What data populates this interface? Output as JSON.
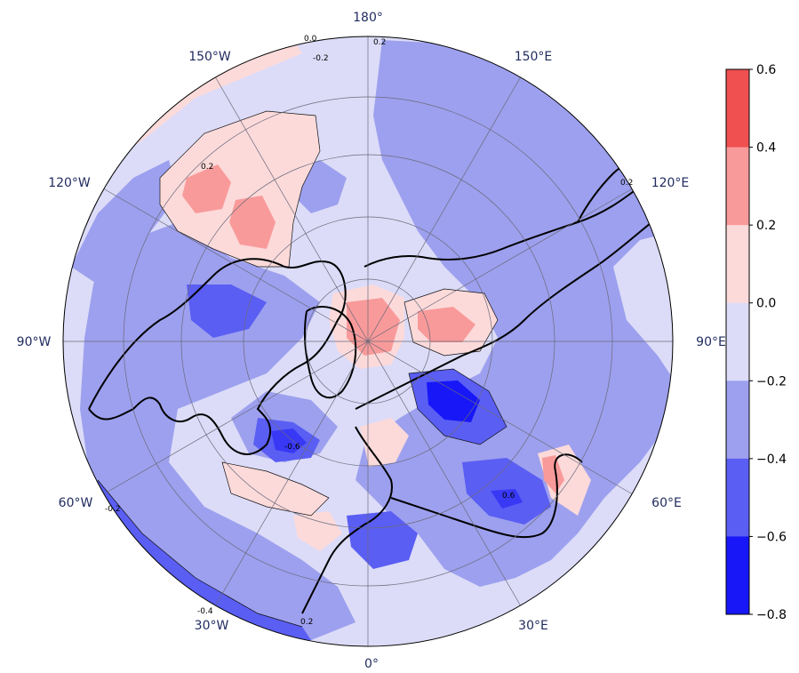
{
  "longitude_labels": [
    {
      "id": "lon-180",
      "text": "180°"
    },
    {
      "id": "lon-150e",
      "text": "150°E"
    },
    {
      "id": "lon-120e",
      "text": "120°E"
    },
    {
      "id": "lon-90e",
      "text": "90°E"
    },
    {
      "id": "lon-60e",
      "text": "60°E"
    },
    {
      "id": "lon-30e",
      "text": "30°E"
    },
    {
      "id": "lon-0",
      "text": "0°"
    },
    {
      "id": "lon-30w",
      "text": "30°W"
    },
    {
      "id": "lon-60w",
      "text": "60°W"
    },
    {
      "id": "lon-90w",
      "text": "90°W"
    },
    {
      "id": "lon-120w",
      "text": "120°W"
    },
    {
      "id": "lon-150w",
      "text": "150°W"
    }
  ],
  "colorbar": {
    "levels": [
      0.6,
      0.4,
      0.2,
      0.0,
      -0.2,
      -0.4,
      -0.6,
      -0.8
    ],
    "tick_labels": [
      "0.6",
      "0.4",
      "0.2",
      "0.0",
      "−0.2",
      "−0.4",
      "−0.6",
      "−0.8"
    ],
    "colors": [
      "#f05050",
      "#f99a9a",
      "#fcdada",
      "#dcdcf8",
      "#9da0ee",
      "#5a5ef3",
      "#1717f8"
    ]
  },
  "contour_labels": [
    {
      "id": "cl-1",
      "text": "0.0"
    },
    {
      "id": "cl-2",
      "text": "0.2"
    },
    {
      "id": "cl-3",
      "text": "-0.2"
    },
    {
      "id": "cl-4",
      "text": "0.2"
    },
    {
      "id": "cl-5",
      "text": "0.2"
    },
    {
      "id": "cl-6",
      "text": "-0.6"
    },
    {
      "id": "cl-7",
      "text": "0.6"
    },
    {
      "id": "cl-8",
      "text": "-0.4"
    },
    {
      "id": "cl-9",
      "text": "0.2"
    },
    {
      "id": "cl-10",
      "text": "-0.2"
    }
  ],
  "colors": {
    "ocean_background": "#dcdcf8",
    "graticule": "#6a6a7a",
    "coastline": "#000000"
  }
}
